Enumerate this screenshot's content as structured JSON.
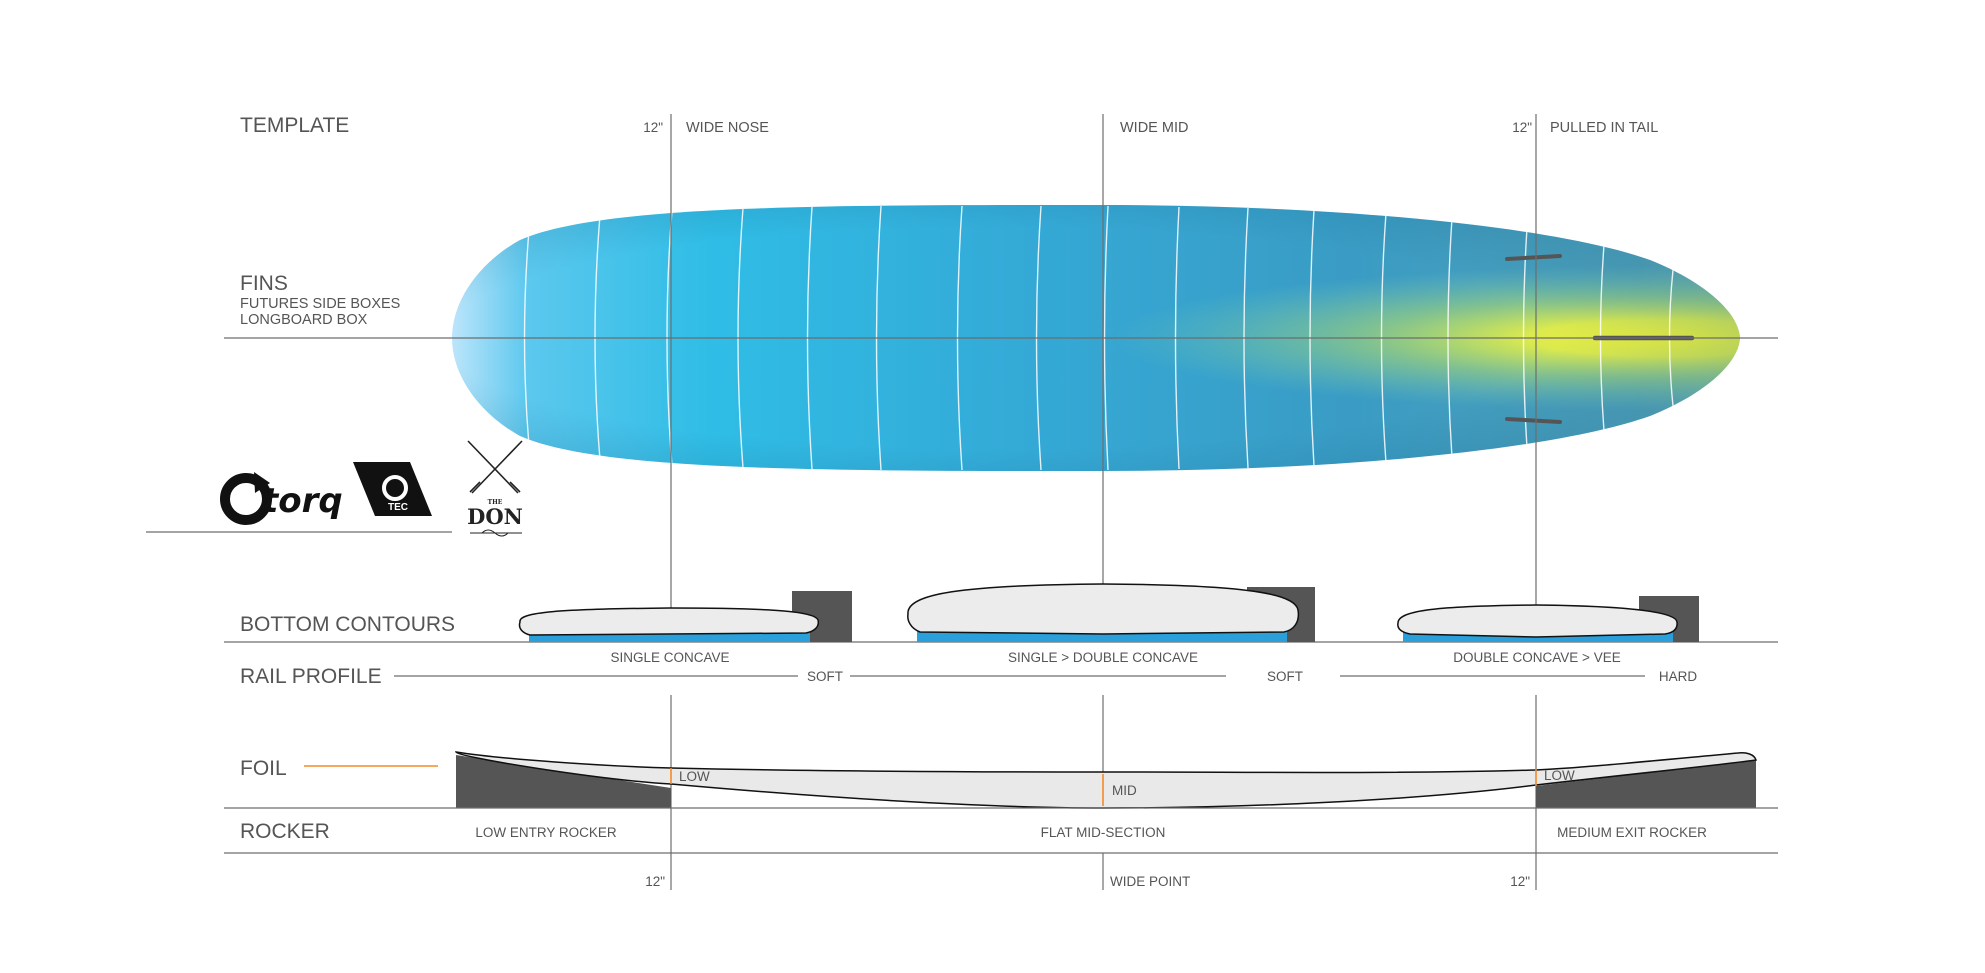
{
  "sections": {
    "template": "TEMPLATE",
    "fins": "FINS",
    "fins_sub1": "FUTURES SIDE BOXES",
    "fins_sub2": "LONGBOARD BOX",
    "bottom_contours": "BOTTOM  CONTOURS",
    "rail_profile": "RAIL PROFILE",
    "foil": "FOIL",
    "rocker": "ROCKER"
  },
  "template": {
    "nose_measure": "12\"",
    "nose_label": "WIDE NOSE",
    "mid_label": "WIDE MID",
    "tail_measure": "12\"",
    "tail_label": "PULLED IN TAIL"
  },
  "contours": {
    "nose": "SINGLE CONCAVE",
    "mid": "SINGLE > DOUBLE CONCAVE",
    "tail": "DOUBLE CONCAVE > VEE"
  },
  "rails": {
    "nose": "SOFT",
    "mid": "SOFT",
    "tail": "HARD"
  },
  "foil": {
    "nose": "LOW",
    "mid": "MID",
    "tail": "LOW"
  },
  "rocker": {
    "nose": "LOW ENTRY ROCKER",
    "mid": "FLAT MID-SECTION",
    "tail": "MEDIUM EXIT ROCKER"
  },
  "bottom_axis": {
    "left_measure": "12\"",
    "wide_point": "WIDE POINT",
    "right_measure": "12\""
  },
  "logos": {
    "torq": "torq",
    "tec": "TEC",
    "don_the": "THE",
    "don": "DON"
  },
  "colors": {
    "board_blue": "#2fbde6",
    "board_deep": "#3a9cc4",
    "board_yellow": "#eef03e",
    "deck_blue": "#2a9fd9",
    "rail_block": "#555555",
    "foil_accent": "#f28c28",
    "line": "#6d6d6d"
  }
}
